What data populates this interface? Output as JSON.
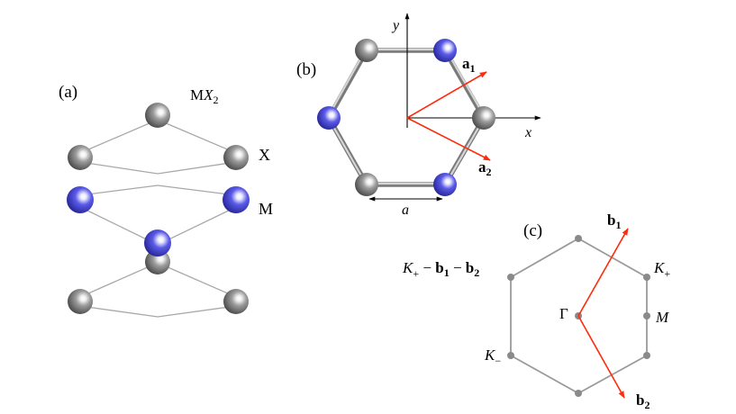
{
  "panels": {
    "a": {
      "label": "(a)",
      "formula_prefix": "M",
      "formula_var": "X",
      "formula_sub": "2",
      "label_x": "X",
      "label_m": "M"
    },
    "b": {
      "label": "(b)",
      "axis_y": "y",
      "axis_x": "x",
      "vec1_base": "a",
      "vec1_sub": "1",
      "vec2_base": "a",
      "vec2_sub": "2",
      "lattice_const": "a"
    },
    "c": {
      "label": "(c)",
      "vec1_base": "b",
      "vec1_sub": "1",
      "vec2_base": "b",
      "vec2_sub": "2",
      "gamma": "Γ",
      "m_point": "M",
      "kplus_base": "K",
      "kplus_sub": "+",
      "kminus_base": "K",
      "kminus_sub": "−",
      "combo_base": "K",
      "combo_sub": "+",
      "combo_op1": " − ",
      "combo_b1": "b",
      "combo_b1_sub": "1",
      "combo_op2": " − ",
      "combo_b2": "b",
      "combo_b2_sub": "2"
    }
  },
  "colors": {
    "x_atom": "#6e6e6e",
    "m_atom": "#3a3ad8",
    "vector": "#ff2a0a",
    "zone": "#9a9a9a"
  }
}
